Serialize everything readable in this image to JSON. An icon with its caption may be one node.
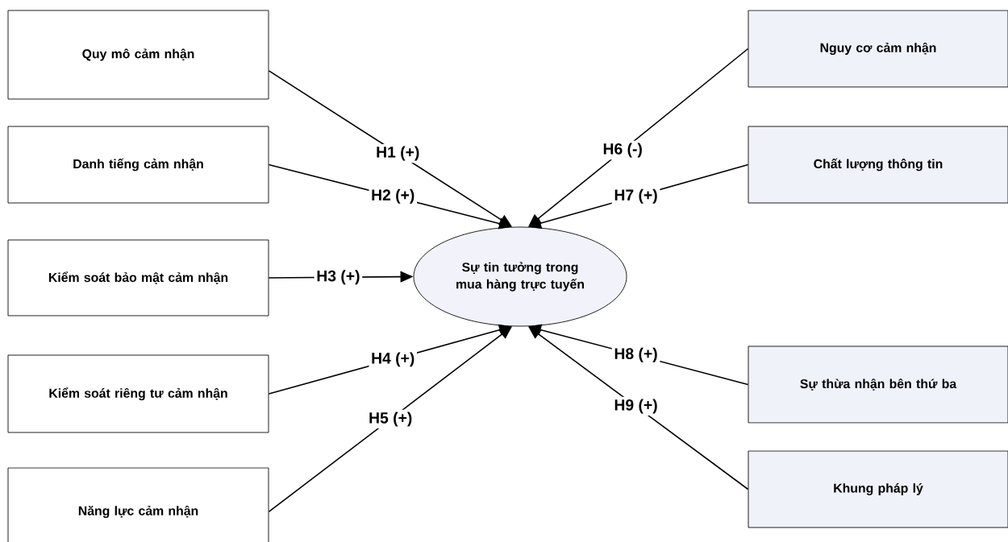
{
  "diagram": {
    "nodes": [
      {
        "text": [
          "Quy mô cảm nhận"
        ]
      },
      {
        "text": [
          "Nguy cơ cảm nhận"
        ]
      },
      {
        "text": [
          "Danh tiếng cảm nhận"
        ]
      },
      {
        "text": [
          "Chất lượng thông tin"
        ]
      },
      {
        "text": [
          "Kiểm soát bảo mật cảm nhận"
        ]
      },
      {
        "text": [
          "Sự tin tưởng trong mua hàng trực tuyến"
        ]
      },
      {
        "text": [
          "Kiểm soát riêng tư cảm nhận"
        ]
      },
      {
        "text": [
          "Sự thừa nhận bên thứ ba"
        ]
      },
      {
        "text": [
          "Năng lực cảm nhận"
        ]
      },
      {
        "text": [
          "Khung pháp lý"
        ]
      }
    ],
    "edges": [
      {
        "from": 0,
        "to": 5,
        "arrow": "to",
        "label": "H1 (+)"
      },
      {
        "from": 2,
        "to": 5,
        "arrow": "to",
        "label": "H2 (+)"
      },
      {
        "from": 4,
        "to": 5,
        "arrow": "to",
        "label": "H3 (+)"
      },
      {
        "from": 6,
        "to": 5,
        "arrow": "to",
        "label": "H4 (+)"
      },
      {
        "from": 8,
        "to": 5,
        "arrow": "to",
        "label": "H5 (+)"
      },
      {
        "from": 1,
        "to": 5,
        "arrow": "to",
        "label": "H6 (-)"
      },
      {
        "from": 3,
        "to": 5,
        "arrow": "to",
        "label": "H7 (+)"
      },
      {
        "from": 7,
        "to": 5,
        "arrow": "to",
        "label": "H8 (+)"
      },
      {
        "from": 9,
        "to": 5,
        "arrow": "to",
        "label": "H9 (+)"
      }
    ]
  }
}
